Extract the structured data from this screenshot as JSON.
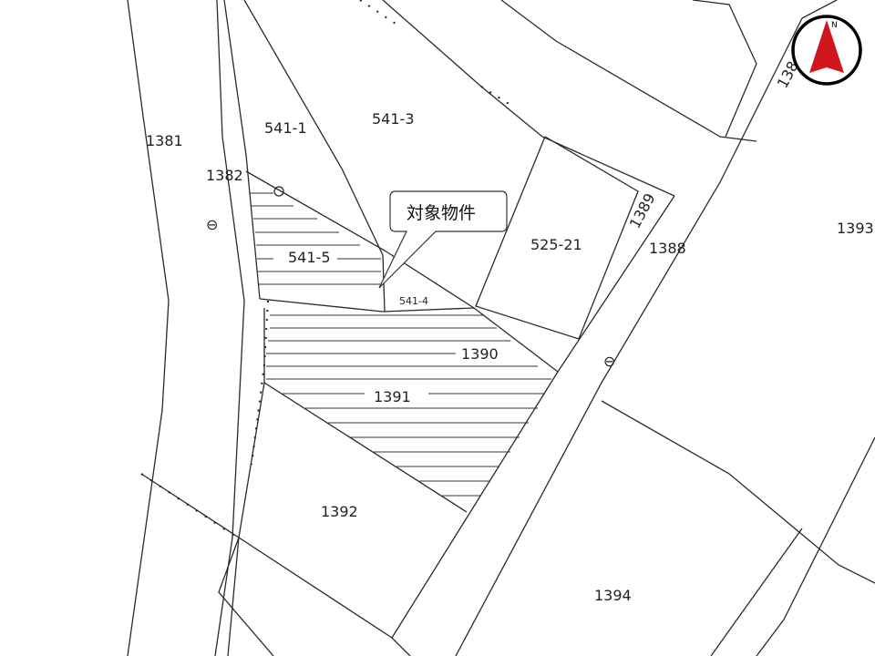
{
  "callout": {
    "text": "対象物件"
  },
  "compass": {
    "north_label": "N",
    "arrow_color": "#d0161b"
  },
  "boundary_symbol": "⊖",
  "parcels": {
    "p1381": "1381",
    "p1382": "1382",
    "p541_1": "541-1",
    "p541_3": "541-3",
    "p541_5": "541-5",
    "p541_4": "541-4",
    "p525_21": "525-21",
    "p1389": "1389",
    "p1388": "1388",
    "p1393": "1393",
    "p1390": "1390",
    "p1391": "1391",
    "p1392": "1392",
    "p1394": "1394",
    "p138x": "138"
  }
}
